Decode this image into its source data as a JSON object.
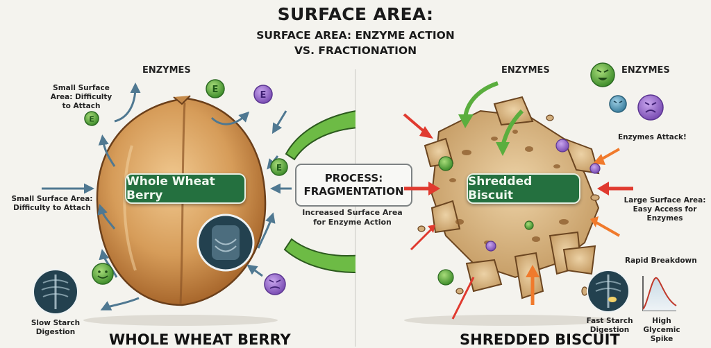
{
  "header": {
    "title": "SURFACE AREA:",
    "subtitle_line1": "SURFACE AREA: ENZYME ACTION",
    "subtitle_line2": "VS. FRACTIONATION"
  },
  "left_panel": {
    "enzymes_label": "ENZYMES",
    "note_top": [
      "Small Surface",
      "Area: Difficulty",
      "to Attach"
    ],
    "note_mid": [
      "Small Surface Area:",
      "Difficulty to Attach"
    ],
    "grain_label": "Whole Wheat Berry",
    "enzyme_badge_letter": "E",
    "digestion_label": [
      "Slow Starch",
      "Digestion"
    ],
    "bottom_title": "WHOLE WHEAT BERRY"
  },
  "center": {
    "process_line1": "PROCESS:",
    "process_line2": "FRAGMENTATION",
    "process_sub": [
      "Increased Surface Area",
      "for Enzyme Action"
    ]
  },
  "right_panel": {
    "enzymes_label_1": "ENZYMES",
    "enzymes_label_2": "ENZYMES",
    "attack_label": "Enzymes Attack!",
    "note_large": [
      "Large Surface Area:",
      "Easy Access for",
      "Enzymes"
    ],
    "rapid_label": "Rapid Breakdown",
    "biscuit_label": "Shredded Biscuit",
    "digestion_label": [
      "Fast Starch",
      "Digestion"
    ],
    "spike_label": [
      "High Glycemic",
      "Spike"
    ],
    "bottom_title": "SHREDDED BISCUIT"
  },
  "colors": {
    "background": "#f4f3ee",
    "label_green": "#24703f",
    "arrow_green": "#6dbb45",
    "arrow_blue": "#4f7891",
    "arrow_red": "#e03a2f",
    "arrow_orange": "#f07a2c",
    "enzyme_green": "#5aae3e",
    "enzyme_purple": "#9466c4",
    "enzyme_teal": "#4e95b6",
    "grain_tan": "#d9a566",
    "biscuit_tan": "#d2ae7c"
  }
}
